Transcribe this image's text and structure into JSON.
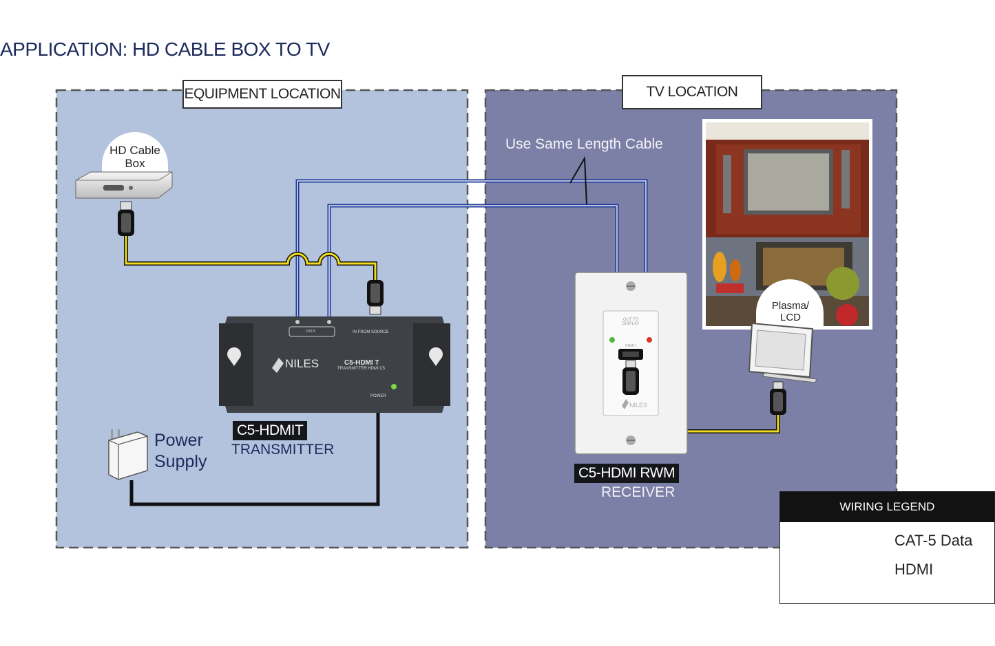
{
  "title": "APPLICATION: HD CABLE BOX TO TV",
  "zones": {
    "equipment": "EQUIPMENT LOCATION",
    "tv": "TV LOCATION"
  },
  "annotation": "Use Same Length Cable",
  "devices": {
    "cable_box": "HD Cable\nBox",
    "tv": "Plasma/\nLCD",
    "power_supply": "Power\nSupply",
    "transmitter": {
      "model": "C5-HDMIT",
      "role": "TRANSMITTER",
      "brand": "NILES",
      "panel_model": "C5-HDMI T",
      "panel_sub": "TRANSMITTER HDMI  C5",
      "port_cat5": "CAT-5",
      "port_input": "IN FROM SOURCE",
      "port_power": "POWER"
    },
    "receiver": {
      "model": "C5-HDMI RWM",
      "role": "RECEIVER",
      "brand": "NILES",
      "panel_out": "OUT TO\nDISPLAY",
      "panel_hdmi": "HDMI 1"
    }
  },
  "legend": {
    "title": "WIRING LEGEND",
    "cat5": "CAT-5 Data",
    "hdmi": "HDMI"
  },
  "colors": {
    "equipment_zone": "#b3c3dd",
    "tv_zone": "#7c7fa6",
    "cat5_wire": "#1e3a9a",
    "hdmi_wire": "#f0dc1e",
    "power_wire": "#111111",
    "device_dark": "#3e4145"
  }
}
